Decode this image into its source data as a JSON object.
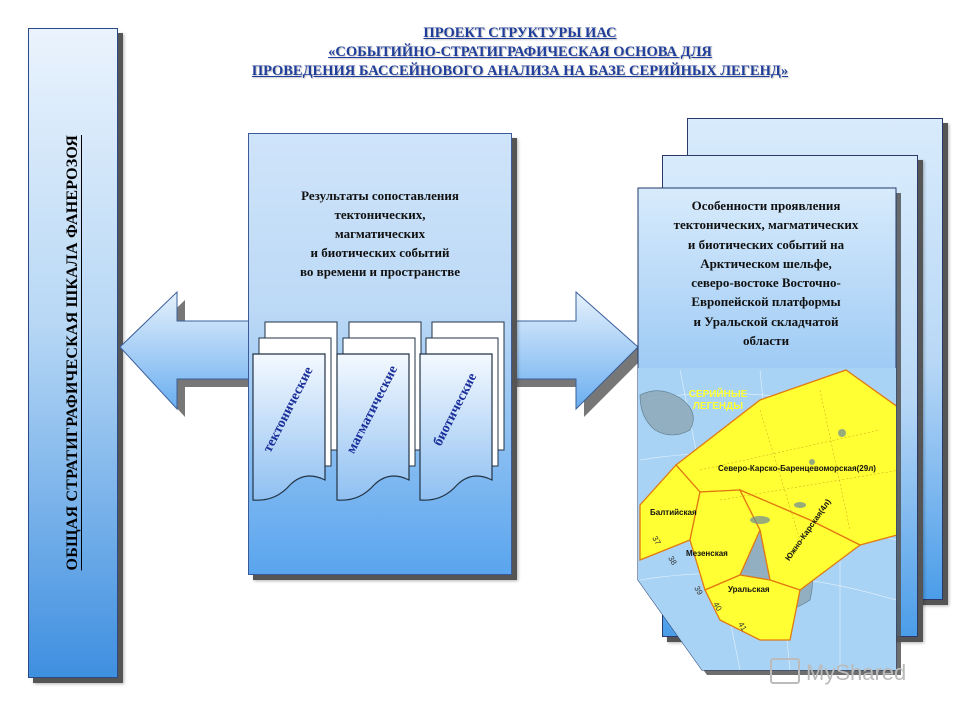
{
  "header": {
    "line1": "ПРОЕКТ СТРУКТУРЫ ИАС",
    "line2": "«СОБЫТИЙНО-СТРАТИГРАФИЧЕСКАЯ ОСНОВА ДЛЯ",
    "line3": "ПРОВЕДЕНИЯ БАССЕЙНОВОГО АНАЛИЗА НА БАЗЕ СЕРИЙНЫХ ЛЕГЕНД»"
  },
  "left_panel": {
    "label": "ОБЩАЯ СТРАТИГРАФИЧЕСКАЯ ШКАЛА ФАНЕРОЗОЯ"
  },
  "center_panel": {
    "text_lines": [
      "Результаты сопоставления",
      "тектонических,",
      "магматических",
      "и биотических событий",
      "во времени и пространстве"
    ],
    "cards": [
      {
        "label": "тектонические"
      },
      {
        "label": "магматические"
      },
      {
        "label": "биотические"
      }
    ]
  },
  "right_panel": {
    "text_lines": [
      "Особенности проявления",
      "тектонических, магматических",
      "и биотических событий на",
      "Арктическом шельфе,",
      "северо-востоке Восточно-",
      "Европейской платформы",
      "и Уральской складчатой",
      "области"
    ],
    "map": {
      "legend_title_1": "СЕРИЙНЫЕ",
      "legend_title_2": "ЛЕГЕНДЫ",
      "regions": [
        "Северо-Карско-Баренцевоморская(29л)",
        "Балтийская",
        "Мезенская",
        "Южно-Карская(4л)",
        "Уральская"
      ],
      "sheet_numbers": [
        "37",
        "38",
        "39",
        "40",
        "41"
      ]
    }
  },
  "watermark": {
    "text": "MyShared"
  },
  "colors": {
    "title": "#1f3d9a",
    "card_label": "#1b2f9a",
    "map_fill": "#ffff33",
    "map_border": "#e07a10"
  }
}
